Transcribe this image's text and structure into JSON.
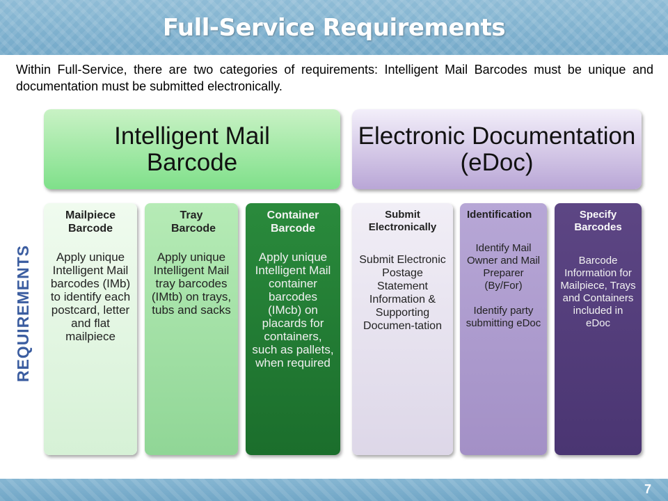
{
  "slide": {
    "title": "Full-Service Requirements",
    "intro": "Within Full-Service, there are two categories of requirements: Intelligent Mail Barcodes must be unique and documentation must be submitted electronically.",
    "side_label": "REQUIREMENTS",
    "page_number": "7"
  },
  "categories": [
    {
      "header": "Intelligent Mail Barcode",
      "color": "#7fe08a",
      "cards": [
        {
          "title": "Mailpiece Barcode",
          "body": "Apply unique Intelligent Mail barcodes (IMb) to identify each postcard, letter and flat mailpiece"
        },
        {
          "title": "Tray Barcode",
          "body": "Apply unique Intelligent Mail tray barcodes (IMtb) on trays, tubs and sacks"
        },
        {
          "title": "Container Barcode",
          "body": "Apply unique Intelligent Mail container barcodes (IMcb) on placards for containers, such as pallets, when required"
        }
      ]
    },
    {
      "header": "Electronic Documentation (eDoc)",
      "color": "#b9a6d6",
      "cards": [
        {
          "title": "Submit Electronically",
          "body": "Submit Electronic Postage Statement Information & Supporting Documen-tation"
        },
        {
          "title": "Identification",
          "body": "Identify Mail Owner and Mail Preparer (By/For)",
          "body2": "Identify party submitting eDoc"
        },
        {
          "title": "Specify Barcodes",
          "body": "Barcode Information for Mailpiece, Trays and Containers included in eDoc"
        }
      ]
    }
  ]
}
